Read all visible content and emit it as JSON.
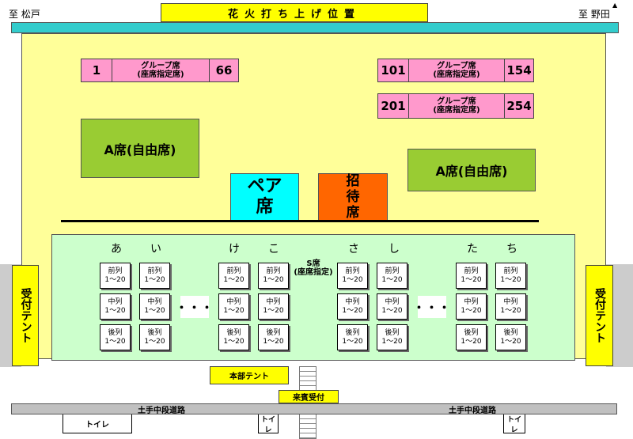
{
  "top": {
    "left_label": "至 松戸",
    "right_label": "至 野田",
    "banner": "花火打ち上げ位置"
  },
  "group_seats": [
    {
      "start": "1",
      "label": "グループ席\n(座席指定席)",
      "end": "66"
    },
    {
      "start": "101",
      "label": "グループ席\n(座席指定席)",
      "end": "154"
    },
    {
      "start": "201",
      "label": "グループ席\n(座席指定席)",
      "end": "254"
    }
  ],
  "a_seat_left": "A席(自由席)",
  "a_seat_right": "A席(自由席)",
  "pair_seat": "ペア\n席",
  "invite_seat": "招\n待\n席",
  "s_area": {
    "title": "S席\n(座席指定)",
    "kana": [
      "あ",
      "い",
      "け",
      "こ",
      "さ",
      "し",
      "た",
      "ち"
    ],
    "rows": [
      "前列\n1〜20",
      "中列\n1〜20",
      "後列\n1〜20"
    ],
    "ellipsis": "・・・"
  },
  "reception_tent": "受付テント",
  "hq_tent": "本部テント",
  "guest_reception": "来賓受付",
  "road_label": "土手中段道路",
  "toilet_label": "トイレ",
  "colors": {
    "banner": "#ffff00",
    "teal": "#33cccc",
    "field": "#ffff99",
    "group": "#ff99cc",
    "a_seat": "#99cc33",
    "pair": "#00ffff",
    "invite": "#ff6600",
    "s_area": "#ccffcc"
  }
}
